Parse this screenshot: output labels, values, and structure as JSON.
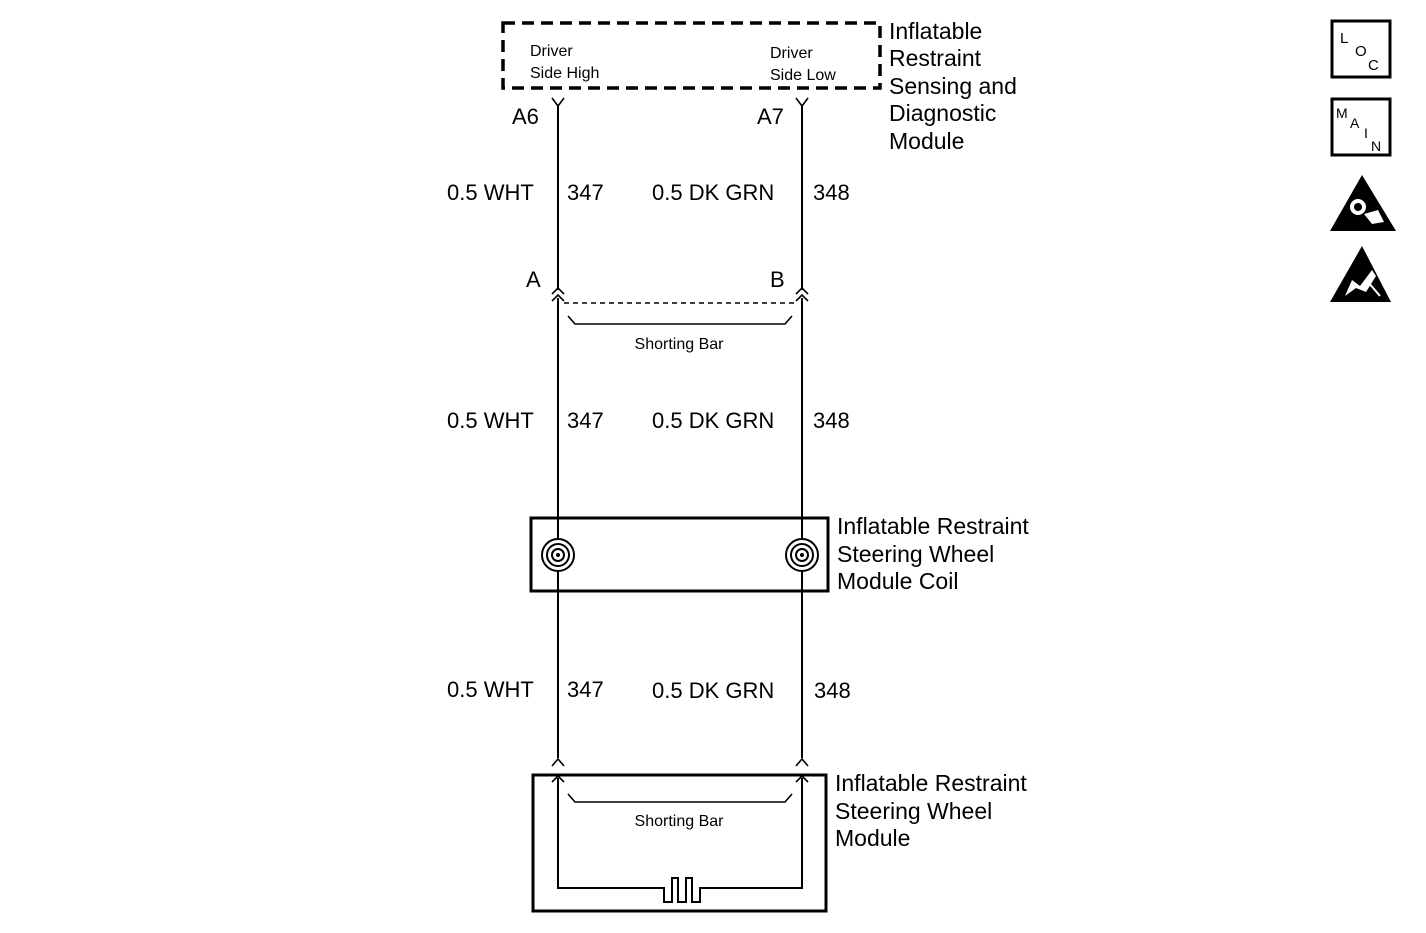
{
  "module_top": {
    "name_lines": [
      "Inflatable",
      "Restraint",
      "Sensing and",
      "Diagnostic",
      "Module"
    ],
    "left_terminal": {
      "line1": "Driver",
      "line2": "Side High",
      "pin": "A6"
    },
    "right_terminal": {
      "line1": "Driver",
      "line2": "Side Low",
      "pin": "A7"
    }
  },
  "wire_segments": [
    {
      "left_wire": "0.5 WHT",
      "left_circuit": "347",
      "right_wire": "0.5 DK GRN",
      "right_circuit": "348"
    },
    {
      "left_wire": "0.5 WHT",
      "left_circuit": "347",
      "right_wire": "0.5 DK GRN",
      "right_circuit": "348"
    },
    {
      "left_wire": "0.5 WHT",
      "left_circuit": "347",
      "right_wire": "0.5 DK GRN",
      "right_circuit": "348"
    }
  ],
  "connector": {
    "left_pin": "A",
    "right_pin": "B",
    "shorting_bar": "Shorting Bar"
  },
  "coil": {
    "name_lines": [
      "Inflatable Restraint",
      "Steering Wheel",
      "Module Coil"
    ]
  },
  "module_bottom": {
    "name_lines": [
      "Inflatable Restraint",
      "Steering Wheel",
      "Module"
    ],
    "shorting_bar": "Shorting Bar"
  },
  "side_icons": {
    "loc": {
      "l1": "L",
      "l2": "O",
      "l3": "C"
    },
    "main": {
      "l1": "M",
      "l2": "A",
      "l3": "I",
      "l4": "N"
    },
    "icons": [
      "airbag-warning-icon",
      "esd-warning-icon"
    ]
  }
}
